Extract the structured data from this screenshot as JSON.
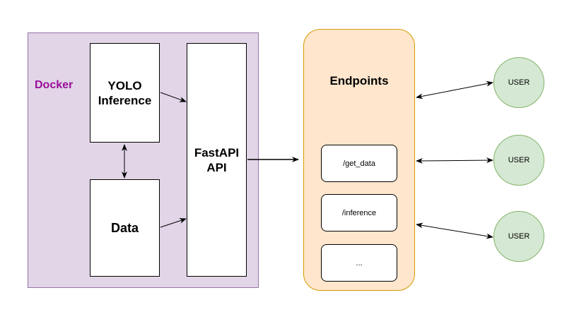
{
  "docker": {
    "label": "Docker"
  },
  "nodes": {
    "yolo": "YOLO\nInference",
    "data": "Data",
    "fastapi": "FastAPI\nAPI"
  },
  "endpoints": {
    "title": "Endpoints",
    "items": [
      "/get_data",
      "/inference",
      "..."
    ]
  },
  "users": [
    "USER",
    "USER",
    "USER"
  ],
  "colors": {
    "docker_fill": "#e1d5e7",
    "docker_stroke": "#9673a6",
    "docker_label": "#9a0f99",
    "endpoints_fill": "#ffe6cc",
    "endpoints_stroke": "#d79b00",
    "user_fill": "#d5e8d4",
    "user_stroke": "#82b366"
  }
}
